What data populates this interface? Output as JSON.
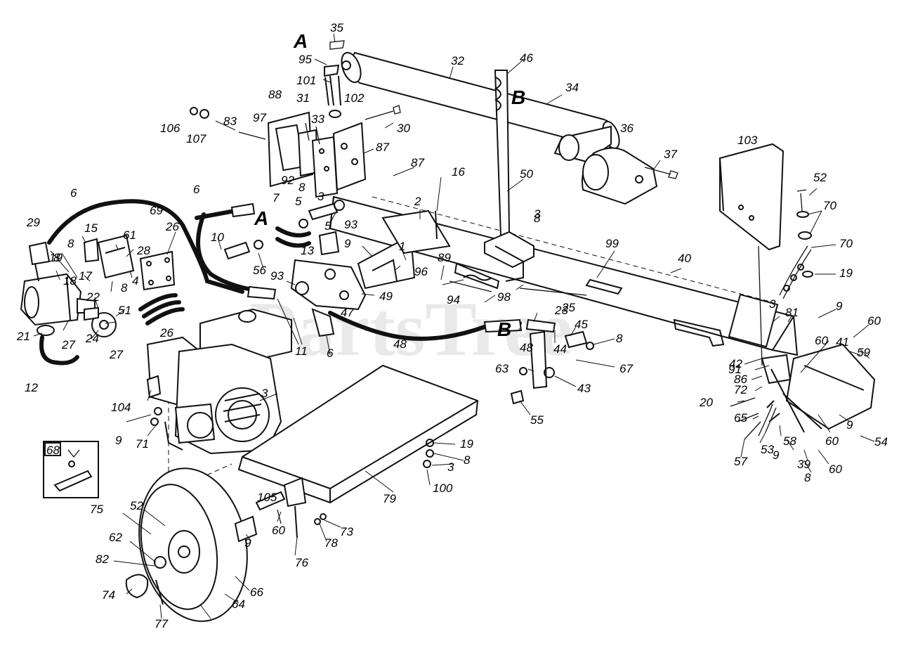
{
  "watermark": {
    "text": "PartsTree",
    "tm": "TM"
  },
  "reference_markers": [
    "A",
    "A",
    "B",
    "B"
  ],
  "inset_label": "68",
  "callouts": [
    "35",
    "95",
    "101",
    "32",
    "46",
    "34",
    "106",
    "107",
    "83",
    "97",
    "88",
    "31",
    "33",
    "102",
    "30",
    "87",
    "36",
    "37",
    "103",
    "52",
    "70",
    "92",
    "8",
    "3",
    "87",
    "16",
    "50",
    "2",
    "3",
    "8",
    "6",
    "7",
    "93",
    "5",
    "5",
    "29",
    "6",
    "8",
    "19",
    "15",
    "61",
    "69",
    "26",
    "10",
    "13",
    "9",
    "1",
    "96",
    "99",
    "40",
    "70",
    "19",
    "8",
    "18",
    "28",
    "17",
    "8",
    "4",
    "93",
    "56",
    "49",
    "89",
    "94",
    "98",
    "25",
    "22",
    "51",
    "47",
    "23",
    "24",
    "27",
    "26",
    "21",
    "27",
    "12",
    "11",
    "6",
    "48",
    "48",
    "44",
    "45",
    "8",
    "3",
    "81",
    "9",
    "60",
    "60",
    "41",
    "59",
    "63",
    "67",
    "43",
    "42",
    "91",
    "86",
    "72",
    "20",
    "104",
    "3",
    "9",
    "71",
    "55",
    "65",
    "53",
    "58",
    "60",
    "9",
    "54",
    "57",
    "9",
    "39",
    "60",
    "8",
    "19",
    "8",
    "3",
    "100",
    "79",
    "105",
    "75",
    "52",
    "60",
    "73",
    "9",
    "78",
    "62",
    "82",
    "76",
    "66",
    "74",
    "64",
    "77"
  ]
}
